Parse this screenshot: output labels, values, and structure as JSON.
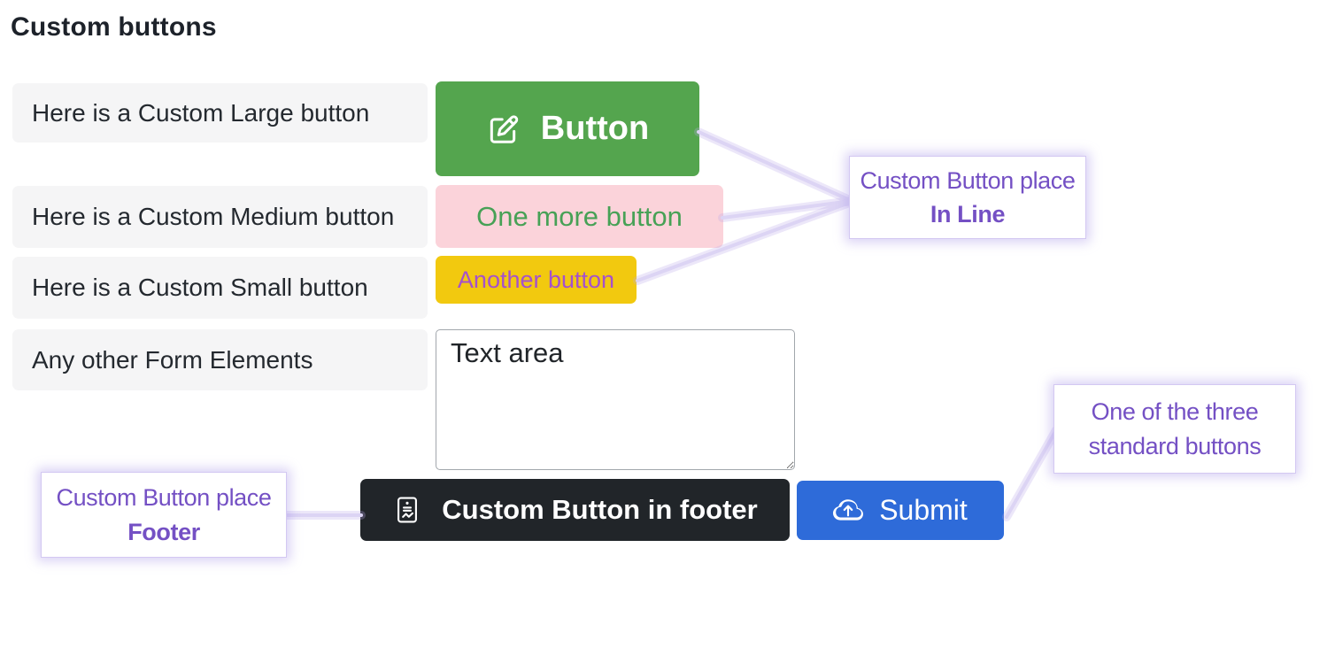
{
  "page": {
    "title": "Custom buttons"
  },
  "rows": [
    {
      "label": "Here is a Custom Large button"
    },
    {
      "label": "Here is a Custom Medium button"
    },
    {
      "label": "Here is a Custom Small button"
    },
    {
      "label": "Any other Form Elements"
    }
  ],
  "buttons": {
    "large": {
      "label": "Button"
    },
    "medium": {
      "label": "One more button"
    },
    "small": {
      "label": "Another button"
    },
    "footer_custom": {
      "label": "Custom Button in footer"
    },
    "submit": {
      "label": "Submit"
    }
  },
  "form": {
    "textarea_value": "Text area"
  },
  "callouts": {
    "inline": {
      "line1": "Custom Button place",
      "line2": "In Line"
    },
    "footer": {
      "line1": "Custom Button place",
      "line2": "Footer"
    },
    "standard": {
      "line1": "One of the three",
      "line2": "standard buttons"
    }
  },
  "icons": {
    "large_button": "pencil-square-icon",
    "footer_button": "document-report-icon",
    "submit_button": "cloud-upload-icon"
  },
  "colors": {
    "large_button_bg": "#54a54e",
    "medium_button_bg": "#fbd3da",
    "medium_button_text": "#47a156",
    "small_button_bg": "#f2c90f",
    "small_button_text": "#a551cc",
    "footer_button_bg": "#212529",
    "submit_button_bg": "#2e6bd9",
    "callout_text": "#7450c4",
    "callout_border": "#d3c8f2",
    "connector_line": "#d9d0f2",
    "label_row_bg": "#f5f5f6",
    "title_text": "#1d222a"
  }
}
